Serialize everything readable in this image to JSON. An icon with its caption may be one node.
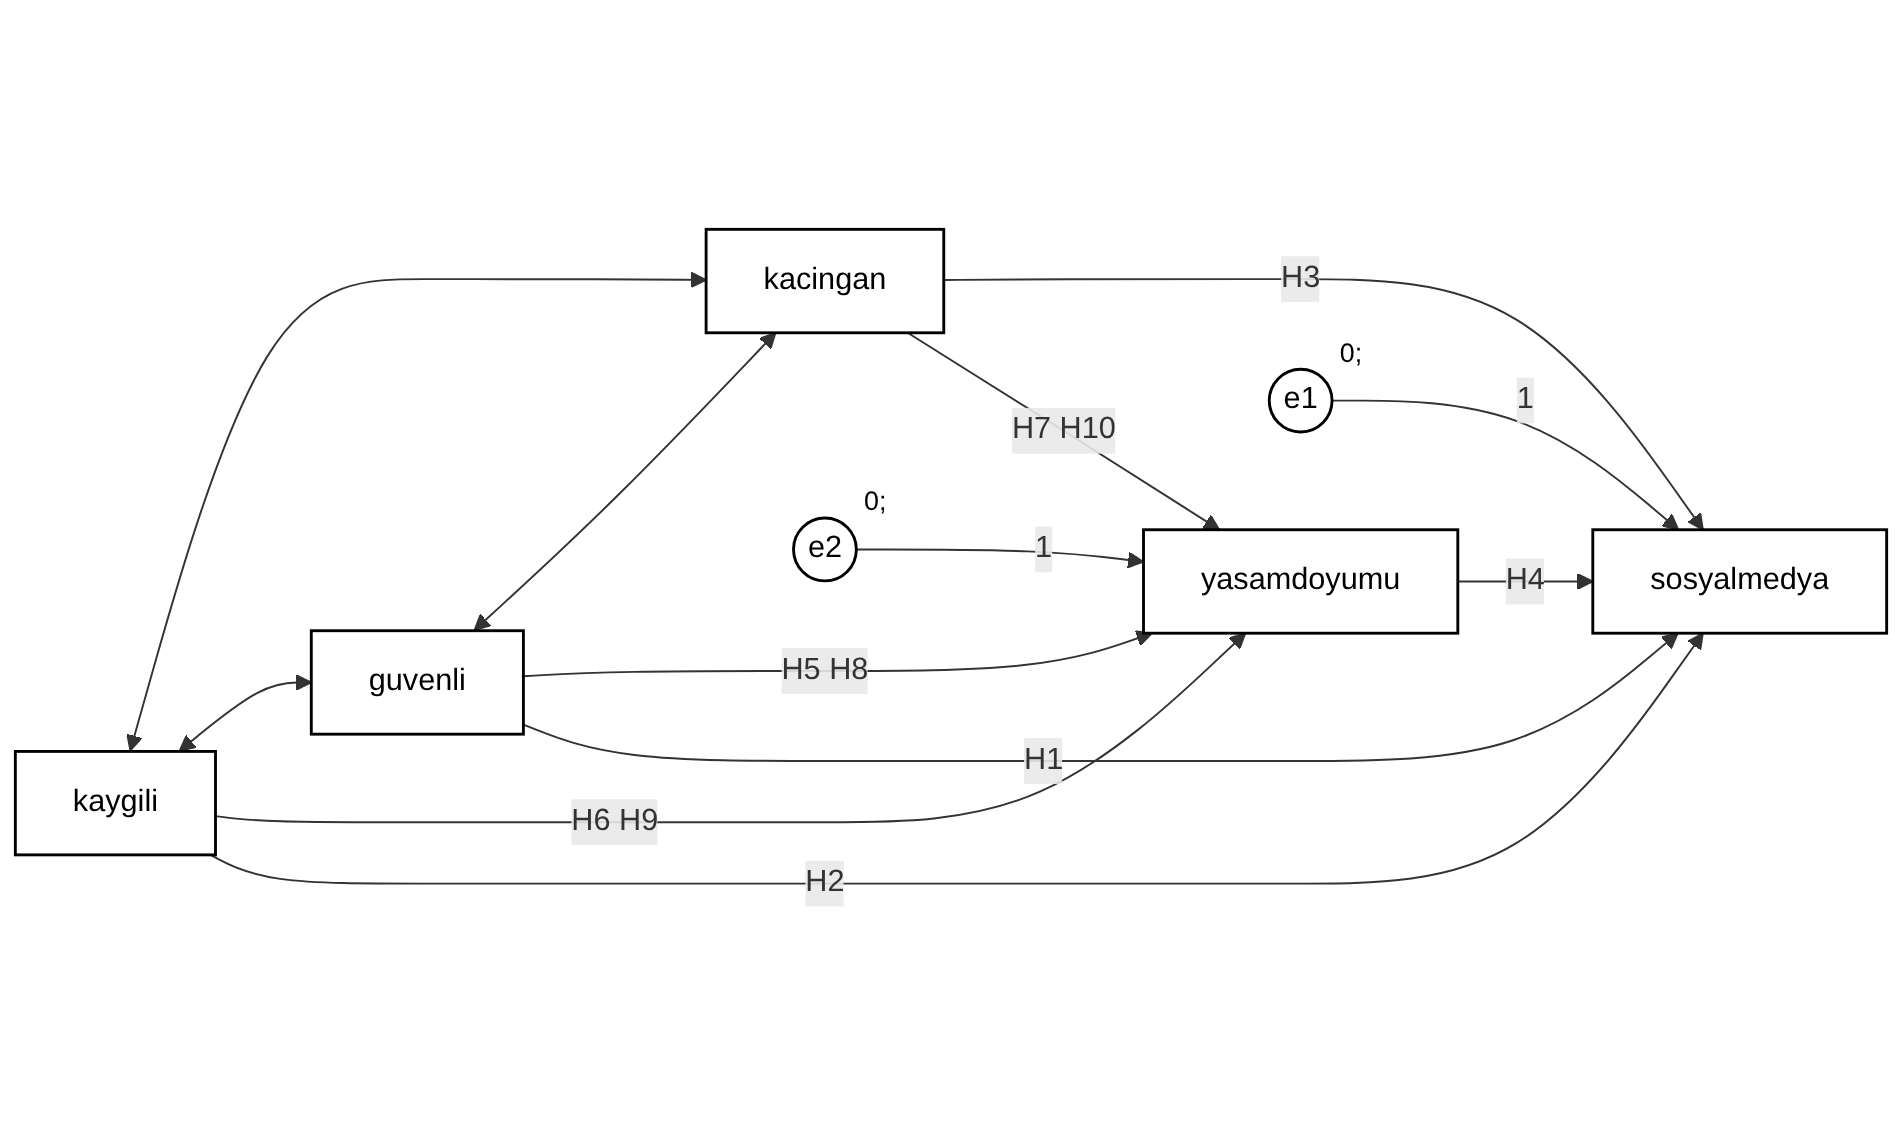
{
  "diagram": {
    "nodes": [
      {
        "text": [
          "kaygili"
        ]
      },
      {
        "text": [
          "guvenli"
        ]
      },
      {
        "text": [
          "kacingan"
        ]
      },
      {
        "text": [
          "yasamdoyumu"
        ]
      },
      {
        "text": [
          "sosyalmedya"
        ]
      },
      {
        "text": [
          "e1"
        ],
        "beside": [
          "0;"
        ]
      },
      {
        "text": [
          "e2"
        ],
        "beside": [
          "0;"
        ]
      }
    ],
    "edges": [
      {
        "from": 0,
        "to": 4,
        "arrow": "to",
        "label": "H2"
      },
      {
        "from": 0,
        "to": 3,
        "arrow": "to",
        "label": "H6 H9"
      },
      {
        "from": 1,
        "to": 4,
        "arrow": "to",
        "label": "H1"
      },
      {
        "from": 1,
        "to": 3,
        "arrow": "to",
        "label": "H5 H8"
      },
      {
        "from": 3,
        "to": 4,
        "arrow": "to",
        "label": "H4"
      },
      {
        "from": 2,
        "to": 3,
        "arrow": "to",
        "label": "H7 H10"
      },
      {
        "from": 2,
        "to": 4,
        "arrow": "to",
        "label": "H3"
      },
      {
        "from": 5,
        "to": 4,
        "arrow": "to",
        "label": "1"
      },
      {
        "from": 6,
        "to": 3,
        "arrow": "to",
        "label": "1"
      },
      {
        "from": 0,
        "to": 1,
        "arrow": "both"
      },
      {
        "from": 1,
        "to": 2,
        "arrow": "both"
      },
      {
        "from": 0,
        "to": 2,
        "arrow": "both"
      }
    ]
  }
}
